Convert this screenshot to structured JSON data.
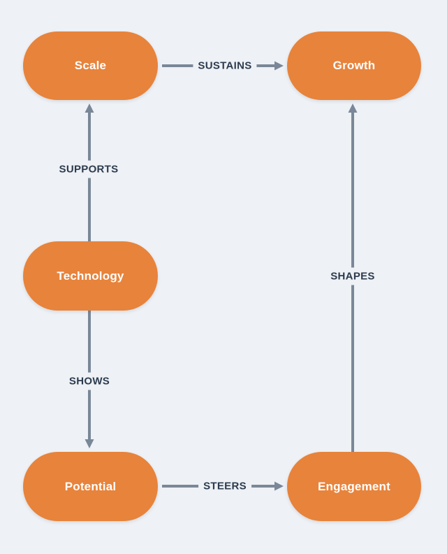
{
  "diagram": {
    "background": "#EEF1F5",
    "colors": {
      "background": "#EEF1F5",
      "node_fill": "#E8833B",
      "node_text": "#FFFFFF",
      "arrow": "#7A8798",
      "edge_label": "#2C3B4E"
    },
    "nodes": [
      {
        "id": "scale",
        "label": "Scale"
      },
      {
        "id": "growth",
        "label": "Growth"
      },
      {
        "id": "technology",
        "label": "Technology"
      },
      {
        "id": "potential",
        "label": "Potential"
      },
      {
        "id": "engagement",
        "label": "Engagement"
      }
    ],
    "edges": [
      {
        "from": "scale",
        "to": "growth",
        "label": "SUSTAINS",
        "direction": "right"
      },
      {
        "from": "technology",
        "to": "scale",
        "label": "SUPPORTS",
        "direction": "up"
      },
      {
        "from": "technology",
        "to": "potential",
        "label": "SHOWS",
        "direction": "down"
      },
      {
        "from": "potential",
        "to": "engagement",
        "label": "STEERS",
        "direction": "right"
      },
      {
        "from": "engagement",
        "to": "growth",
        "label": "SHAPES",
        "direction": "up"
      }
    ]
  }
}
